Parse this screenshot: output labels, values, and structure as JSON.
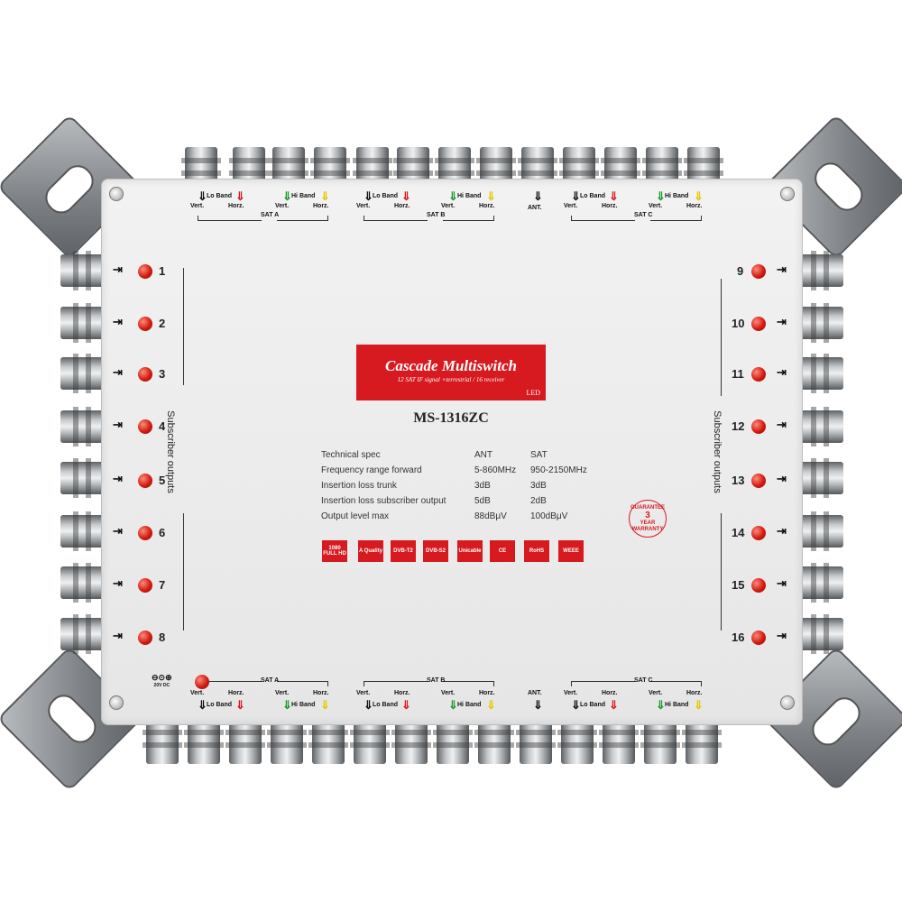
{
  "product": {
    "banner_title": "Cascade Multiswitch",
    "banner_subtitle": "12 SAT IF signal +terrestrial / 16 receiver",
    "banner_tag": "LED",
    "model": "MS-1316ZC"
  },
  "specs": {
    "headers": [
      "Technical spec",
      "ANT",
      "SAT"
    ],
    "rows": [
      [
        "Frequency range forward",
        "5-860MHz",
        "950-2150MHz"
      ],
      [
        "Insertion loss trunk",
        "3dB",
        "3dB"
      ],
      [
        "Insertion loss subscriber output",
        "5dB",
        "2dB"
      ],
      [
        "Output level max",
        "88dBμV",
        "100dBμV"
      ]
    ]
  },
  "outputs": {
    "side_label": "Subscriber outputs",
    "left": [
      "1",
      "2",
      "3",
      "4",
      "5",
      "6",
      "7",
      "8"
    ],
    "right": [
      "9",
      "10",
      "11",
      "12",
      "13",
      "14",
      "15",
      "16"
    ]
  },
  "inputs": {
    "sat_labels": [
      "SAT A",
      "SAT B",
      "SAT C"
    ],
    "lo_band": "Lo Band",
    "hi_band": "Hi Band",
    "vert": "Vert.",
    "horz": "Horz.",
    "ant": "ANT."
  },
  "power": "20V DC",
  "logos": [
    "1080 FULL HD",
    "A Quality",
    "DVB-T2",
    "DVB-S2",
    "Unicable",
    "CE",
    "RoHS",
    "WEEE"
  ],
  "stamp": [
    "GUARANTEE",
    "3",
    "YEAR",
    "WARRANTY"
  ],
  "colors": {
    "panel": "#ececec",
    "accent": "#d71920",
    "led": "#d31b10",
    "connector": "#9fa3a6",
    "arrow_vert": "#111111",
    "arrow_horz_lo": "#d71920",
    "arrow_vert_hi": "#1a9a2a",
    "arrow_horz_hi": "#e6c800"
  }
}
